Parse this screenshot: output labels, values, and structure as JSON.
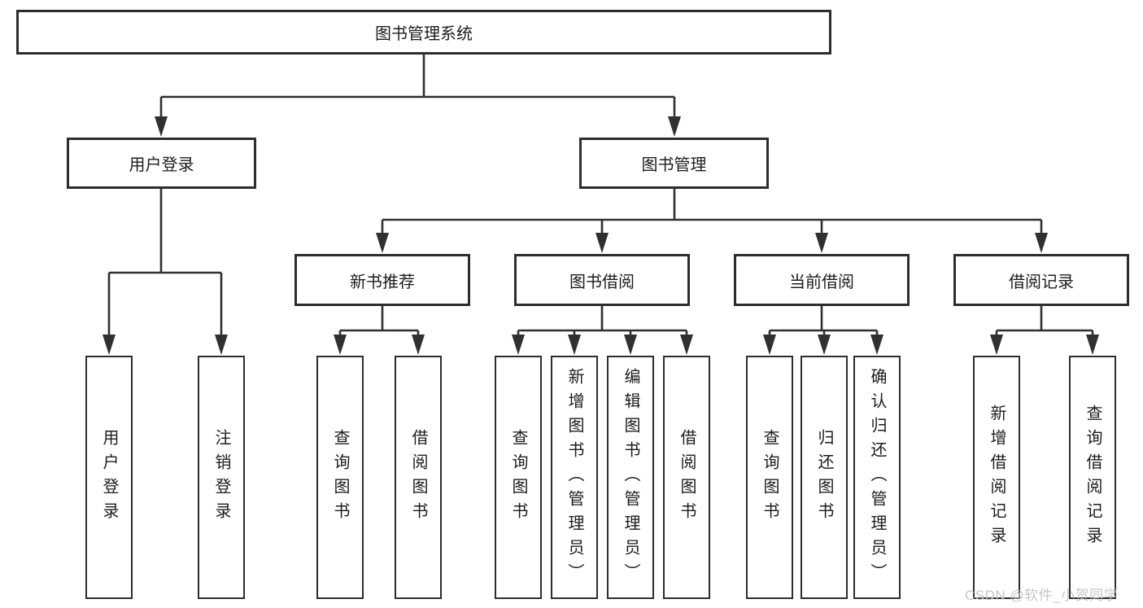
{
  "diagram": {
    "type": "tree",
    "colors": {
      "line": "#303030",
      "box_border": "#2d2d2d",
      "box_fill": "#ffffff",
      "text": "#1c1c1c",
      "watermark": "#c6c6c6"
    },
    "tree": {
      "label": "图书管理系统",
      "children": [
        {
          "label": "用户登录",
          "children": [
            {
              "label": "用户登录"
            },
            {
              "label": "注销登录"
            }
          ]
        },
        {
          "label": "图书管理",
          "children": [
            {
              "label": "新书推荐",
              "children": [
                {
                  "label": "查询图书"
                },
                {
                  "label": "借阅图书"
                }
              ]
            },
            {
              "label": "图书借阅",
              "children": [
                {
                  "label": "查询图书"
                },
                {
                  "label": "新增图书（管理员）"
                },
                {
                  "label": "编辑图书（管理员）"
                },
                {
                  "label": "借阅图书"
                }
              ]
            },
            {
              "label": "当前借阅",
              "children": [
                {
                  "label": "查询图书"
                },
                {
                  "label": "归还图书"
                },
                {
                  "label": "确认归还（管理员）"
                }
              ]
            },
            {
              "label": "借阅记录",
              "children": [
                {
                  "label": "新增借阅记录"
                },
                {
                  "label": "查询借阅记录"
                }
              ]
            }
          ]
        }
      ]
    },
    "watermark": {
      "text": "CSDN @软件_小贺同学"
    }
  }
}
